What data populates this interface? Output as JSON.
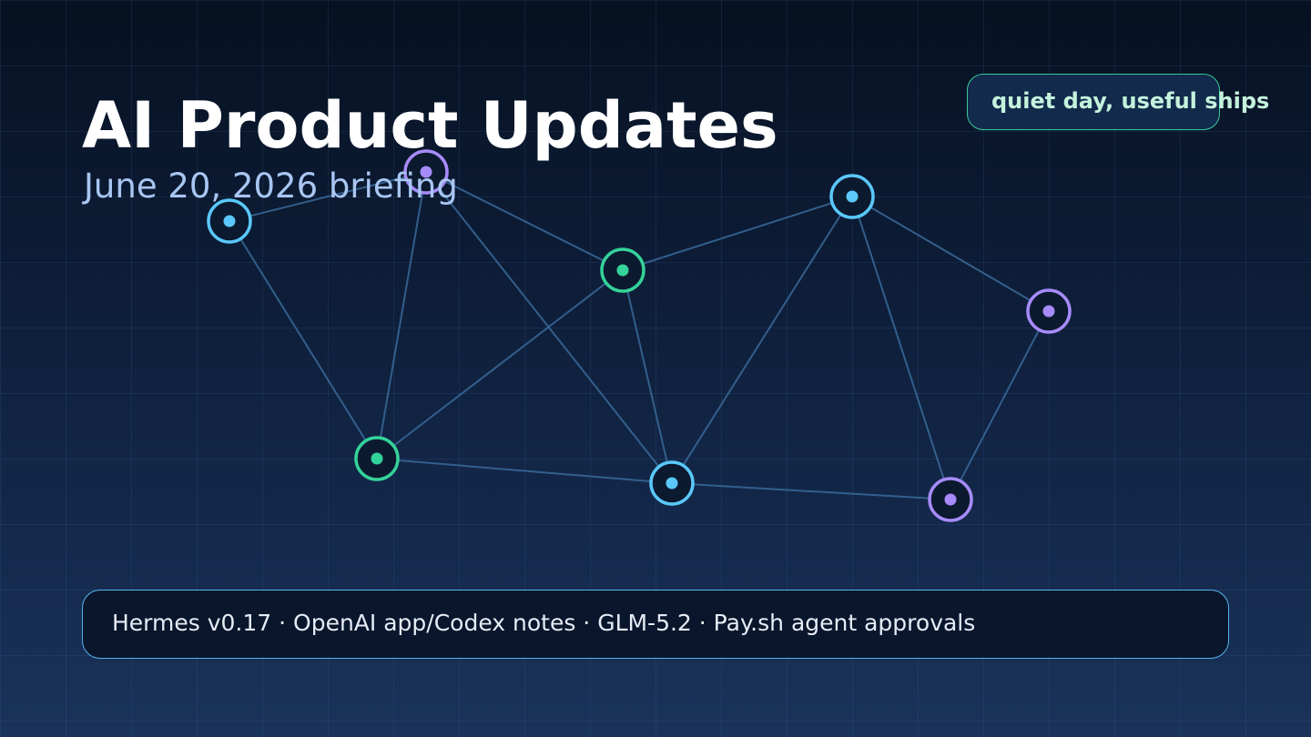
{
  "header": {
    "title": "AI Product Updates",
    "subtitle": "June 20, 2026 briefing"
  },
  "tag": {
    "label": "quiet day, useful ships"
  },
  "ticker": {
    "text": "Hermes v0.17 · OpenAI app/Codex notes · GLM-5.2 · Pay.sh agent approvals"
  },
  "colors": {
    "background_top": "#061121",
    "background_bottom": "#1a335a",
    "node_blue": "#5ac8fa",
    "node_green": "#34d399",
    "node_purple": "#a78bfa",
    "edge": "#3a6a9a",
    "tag_border": "#39c99a",
    "ticker_border": "#55b4ee"
  }
}
